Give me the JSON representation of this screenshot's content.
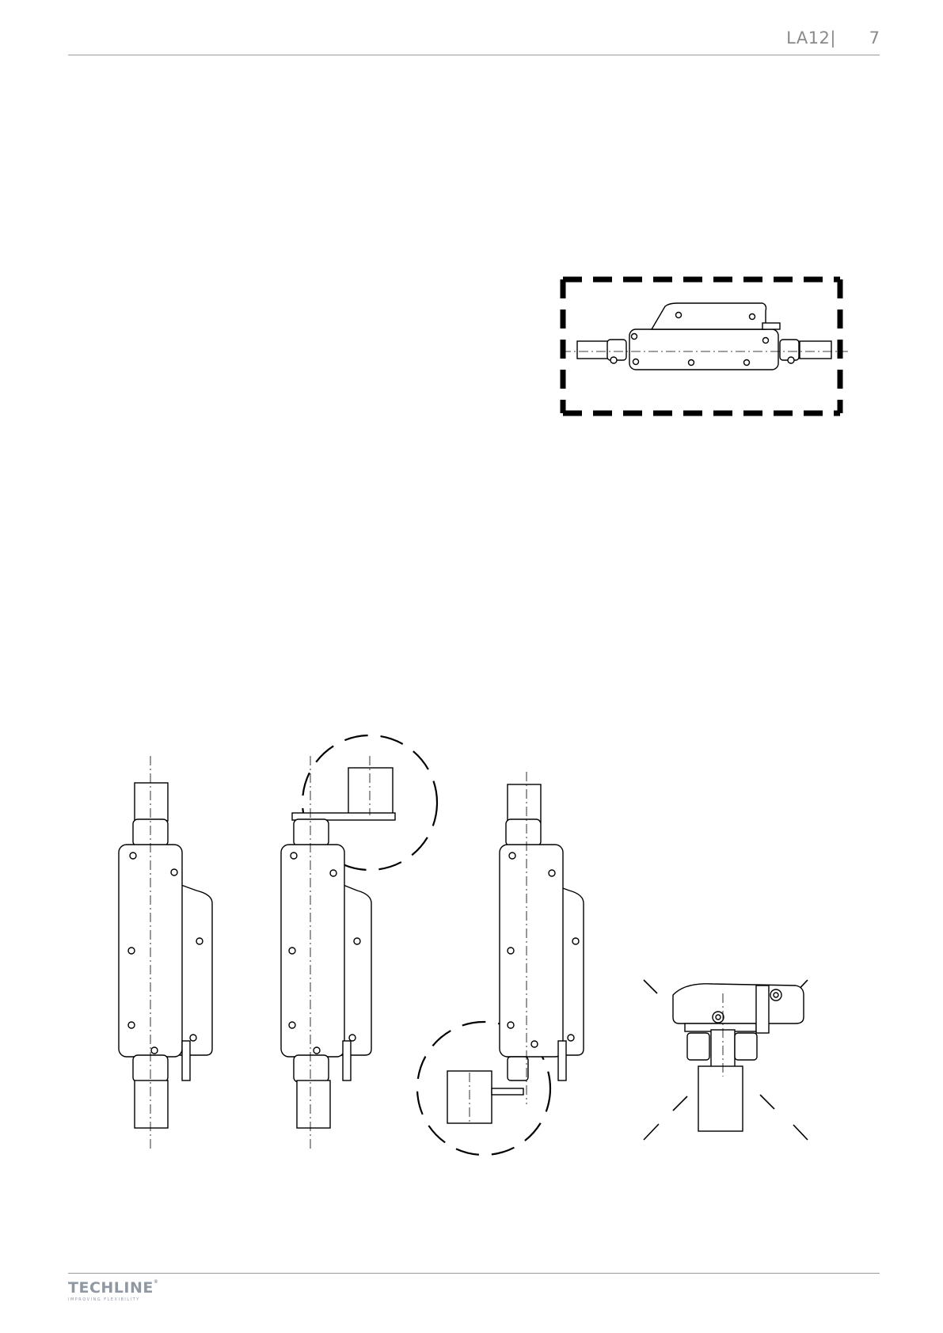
{
  "header": {
    "doc_code": "LA12|",
    "page_number": "7"
  },
  "footer": {
    "logo_text": "TECHLINE",
    "logo_registered": "®",
    "logo_tagline": "IMPROVING FLEXIBILITY"
  },
  "figures": [
    {
      "name": "horizontal-mounting",
      "style": "dashed-frame"
    },
    {
      "name": "vertical-mounting-standard",
      "style": "plain"
    },
    {
      "name": "vertical-mounting-top-bracket",
      "style": "dashed-circle-top"
    },
    {
      "name": "vertical-mounting-side-bracket",
      "style": "dashed-circle-bottom"
    },
    {
      "name": "mounting-detail-closeup",
      "style": "cut-lines"
    }
  ]
}
